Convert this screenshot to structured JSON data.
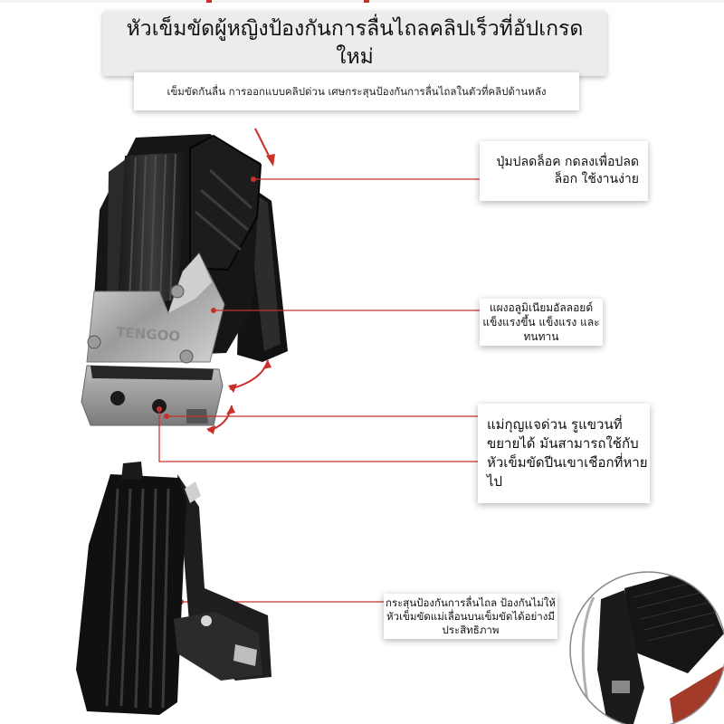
{
  "header": {
    "title": "หัวเข็มขัดผู้หญิงป้องกันการลื่นไถลคลิปเร็วที่อัปเกรดใหม่",
    "subtitle": "เข็มขัดกันลื่น การออกแบบคลิปด่วน เศษกระสุนป้องกันการลื่นไถลในตัวที่คลิปด้านหลัง"
  },
  "callouts": {
    "unlock_button": "ปุ่มปลดล็อค กดลงเพื่อปลดล็อก ใช้งานง่าย",
    "aluminum_panel": "แผงอลูมิเนียมอัลลอยด์ แข็งแรงขึ้น แข็งแรง และทนทาน",
    "key_ring": "แม่กุญแจด่วน รูแขวนที่ขยายได้ มันสามารถใช้กับหัวเข็มขัดปีนเขาเชือกที่หายไป",
    "anti_slip": "กระสุนป้องกันการลื่นไถล ป้องกันไม่ให้หัวเข็มขัดแม่เลื่อนบนเข็มขัดได้อย่างมีประสิทธิภาพ"
  },
  "product": {
    "engraving": "TENGOO"
  },
  "colors": {
    "accent_red": "#c9302c",
    "callout_bg": "#ffffff",
    "title_bg": "#ececec"
  }
}
